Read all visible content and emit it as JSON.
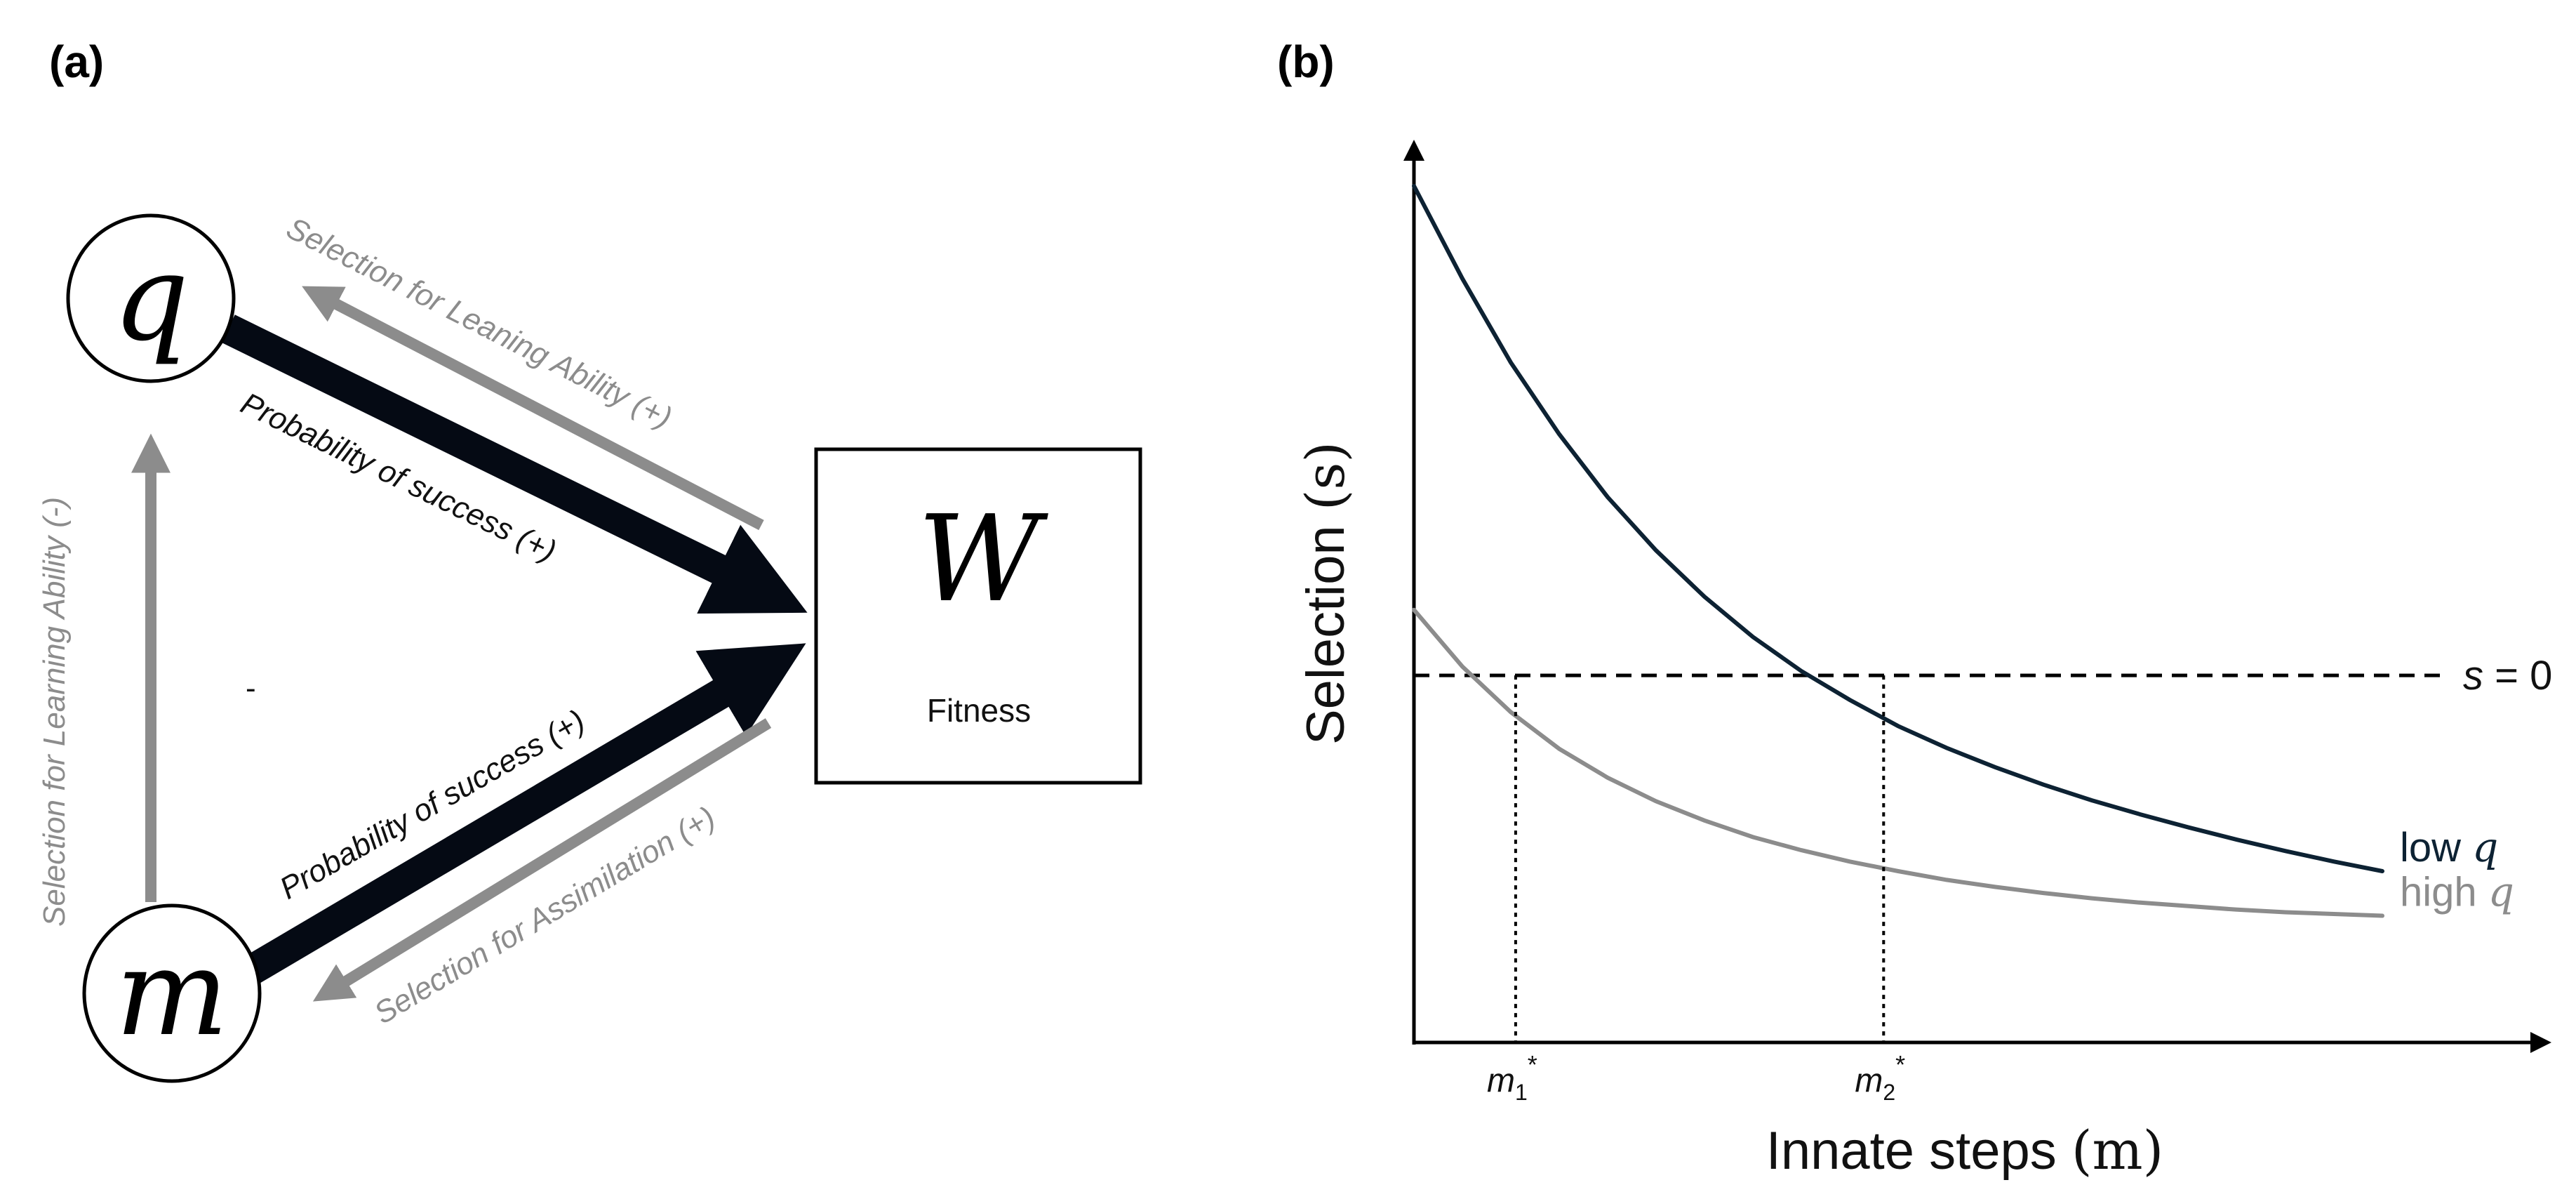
{
  "panel_a": {
    "label": "(a)",
    "nodes": {
      "q": "q",
      "m": "m",
      "w": "W",
      "w_caption": "Fitness"
    },
    "stray_mark": "-",
    "edge_labels": {
      "q_to_w": "Probability of success (+)",
      "m_to_w": "Probability of success (+)",
      "w_to_q": "Selection for Leaning Ability (+)",
      "w_to_m": "Selection for Assimilation (+)",
      "m_to_q": "Selection for Learning Ability (-)"
    },
    "colors": {
      "strong_arrow": "#050a14",
      "weak_arrow": "#8c8c8c"
    }
  },
  "panel_b": {
    "label": "(b)",
    "chart_data": {
      "type": "line",
      "xlabel_text": "Innate steps",
      "xlabel_var": "(m)",
      "ylabel_text": "Selection",
      "ylabel_var": "(s)",
      "xlim": [
        0,
        10
      ],
      "ylim": [
        0,
        10
      ],
      "series": [
        {
          "name": "low q",
          "name_word": "low",
          "name_var": "q",
          "color": "#0d2233",
          "x": [
            0,
            0.5,
            1,
            1.5,
            2,
            2.5,
            3,
            3.5,
            4,
            4.5,
            5,
            5.5,
            6,
            6.5,
            7,
            7.5,
            8,
            8.5,
            9,
            9.5,
            10
          ],
          "y": [
            9.8,
            8.74,
            7.78,
            6.96,
            6.24,
            5.63,
            5.1,
            4.64,
            4.25,
            3.92,
            3.62,
            3.37,
            3.15,
            2.95,
            2.77,
            2.61,
            2.46,
            2.32,
            2.19,
            2.07,
            1.96
          ]
        },
        {
          "name": "high q",
          "name_word": "high",
          "name_var": "q",
          "color": "#8c8c8c",
          "x": [
            0,
            0.5,
            1,
            1.5,
            2,
            2.5,
            3,
            3.5,
            4,
            4.5,
            5,
            5.5,
            6,
            6.5,
            7,
            7.5,
            8,
            8.5,
            9,
            9.5,
            10
          ],
          "y": [
            4.95,
            4.3,
            3.78,
            3.36,
            3.03,
            2.76,
            2.54,
            2.35,
            2.2,
            2.07,
            1.96,
            1.86,
            1.78,
            1.71,
            1.65,
            1.6,
            1.56,
            1.52,
            1.49,
            1.47,
            1.45
          ]
        }
      ],
      "threshold": {
        "y": 4.2,
        "label_var": "s",
        "label_rest": " = 0"
      },
      "markers": [
        {
          "x": 1.05,
          "label_base": "m",
          "label_sub": "1",
          "label_sup": "*"
        },
        {
          "x": 4.85,
          "label_base": "m",
          "label_sub": "2",
          "label_sup": "*"
        }
      ]
    }
  }
}
